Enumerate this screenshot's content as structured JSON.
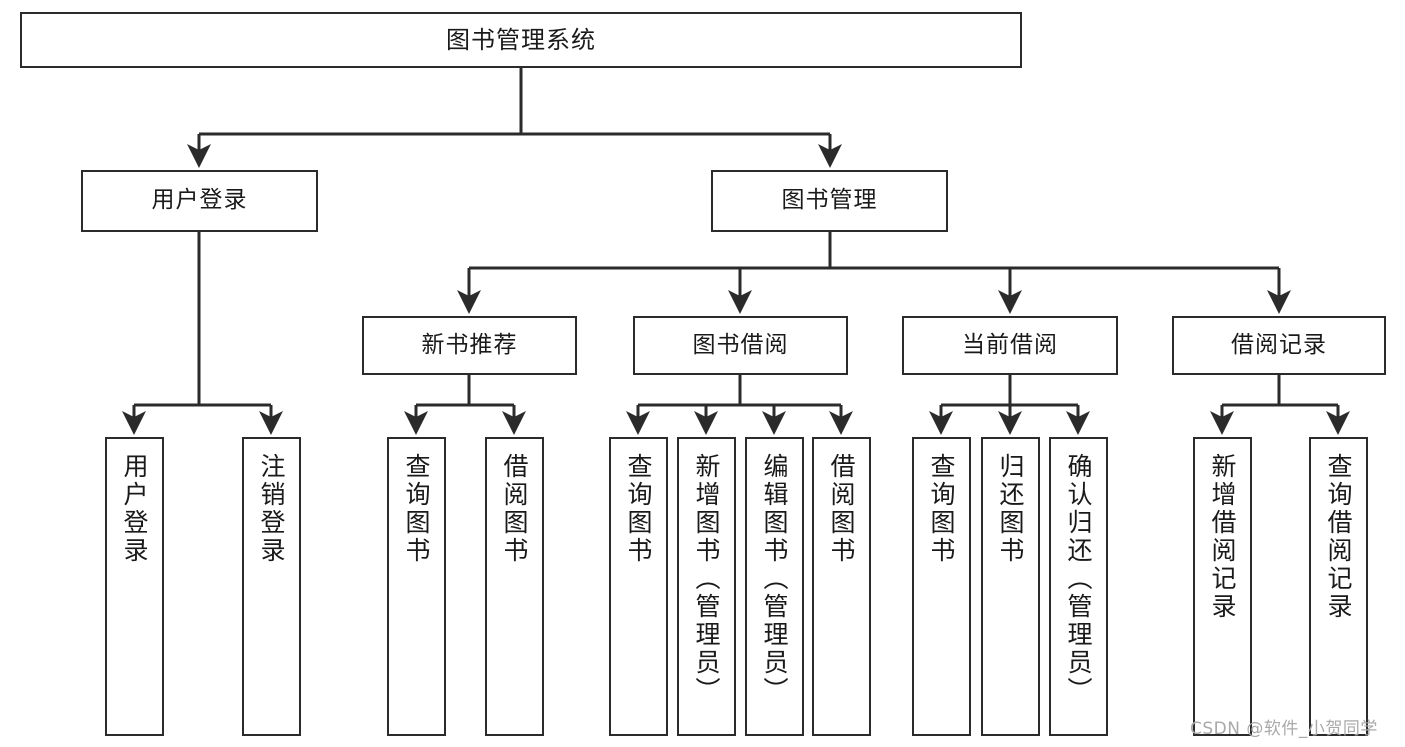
{
  "diagram": {
    "type": "tree-hierarchy",
    "title": "图书管理系统",
    "watermark": "CSDN @软件_小贺同学",
    "colors": {
      "box_border": "#2b2b2b",
      "box_fill": "#ffffff",
      "edge": "#2b2b2b",
      "text": "#1a1a1a",
      "watermark": "#a9a9a9",
      "background": "#ffffff"
    },
    "nodes": {
      "root": {
        "label": "图书管理系统"
      },
      "level2": [
        {
          "id": "user-login",
          "label": "用户登录"
        },
        {
          "id": "book-management",
          "label": "图书管理"
        }
      ],
      "level3": [
        {
          "id": "new-book-recommend",
          "label": "新书推荐"
        },
        {
          "id": "book-borrow",
          "label": "图书借阅"
        },
        {
          "id": "current-borrow",
          "label": "当前借阅"
        },
        {
          "id": "borrow-record",
          "label": "借阅记录"
        }
      ],
      "leaves": {
        "user_login": [
          {
            "id": "leaf-user-login",
            "label": "用户登录"
          },
          {
            "id": "leaf-logout-login",
            "label": "注销登录"
          }
        ],
        "new_book_recommend": [
          {
            "id": "leaf-query-book-1",
            "label": "查询图书"
          },
          {
            "id": "leaf-borrow-book-1",
            "label": "借阅图书"
          }
        ],
        "book_borrow": [
          {
            "id": "leaf-query-book-2",
            "label": "查询图书"
          },
          {
            "id": "leaf-add-book",
            "label": "新增图书（管理员）"
          },
          {
            "id": "leaf-edit-book",
            "label": "编辑图书（管理员）"
          },
          {
            "id": "leaf-borrow-book-2",
            "label": "借阅图书"
          }
        ],
        "current_borrow": [
          {
            "id": "leaf-query-book-3",
            "label": "查询图书"
          },
          {
            "id": "leaf-return-book",
            "label": "归还图书"
          },
          {
            "id": "leaf-confirm-return",
            "label": "确认归还（管理员）"
          }
        ],
        "borrow_record": [
          {
            "id": "leaf-add-record",
            "label": "新增借阅记录"
          },
          {
            "id": "leaf-query-record",
            "label": "查询借阅记录"
          }
        ]
      }
    }
  }
}
